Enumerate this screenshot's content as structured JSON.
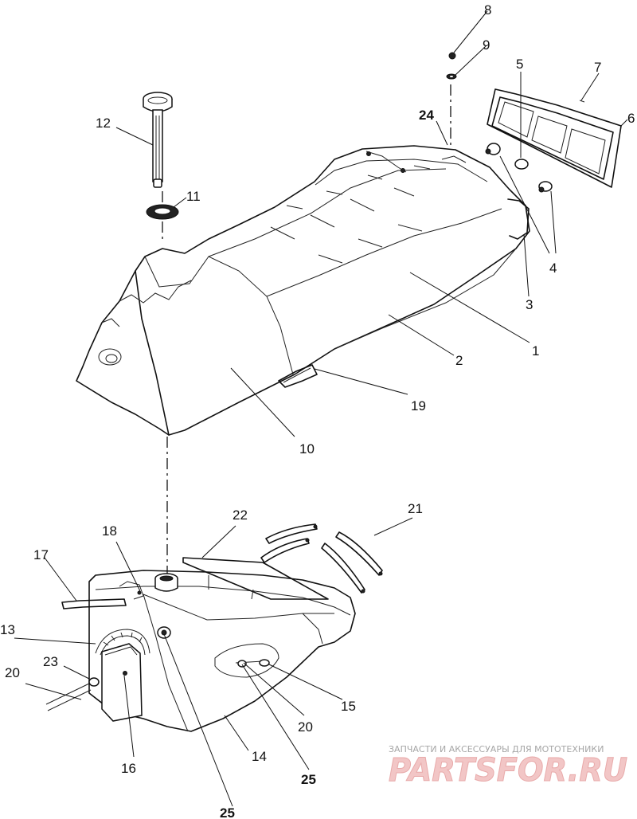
{
  "diagram": {
    "labels": [
      {
        "id": "1",
        "text": "1"
      },
      {
        "id": "2",
        "text": "2"
      },
      {
        "id": "3",
        "text": "3"
      },
      {
        "id": "4",
        "text": "4"
      },
      {
        "id": "5",
        "text": "5"
      },
      {
        "id": "6",
        "text": "6"
      },
      {
        "id": "7",
        "text": "7"
      },
      {
        "id": "8",
        "text": "8"
      },
      {
        "id": "9",
        "text": "9"
      },
      {
        "id": "10",
        "text": "10"
      },
      {
        "id": "11",
        "text": "11"
      },
      {
        "id": "12",
        "text": "12"
      },
      {
        "id": "13",
        "text": "13"
      },
      {
        "id": "14",
        "text": "14"
      },
      {
        "id": "15",
        "text": "15"
      },
      {
        "id": "16",
        "text": "16"
      },
      {
        "id": "17",
        "text": "17"
      },
      {
        "id": "18",
        "text": "18"
      },
      {
        "id": "19",
        "text": "19"
      },
      {
        "id": "20a",
        "text": "20"
      },
      {
        "id": "20b",
        "text": "20"
      },
      {
        "id": "21",
        "text": "21"
      },
      {
        "id": "22",
        "text": "22"
      },
      {
        "id": "23",
        "text": "23"
      },
      {
        "id": "24",
        "text": "24"
      },
      {
        "id": "25a",
        "text": "25"
      },
      {
        "id": "25b",
        "text": "25"
      }
    ]
  },
  "watermark": {
    "tagline": "ЗАПЧАСТИ И АКСЕССУАРЫ ДЛЯ МОТОТЕХНИКИ",
    "logo": "PARTSFOR.RU",
    "color": "#e8a9a9"
  }
}
